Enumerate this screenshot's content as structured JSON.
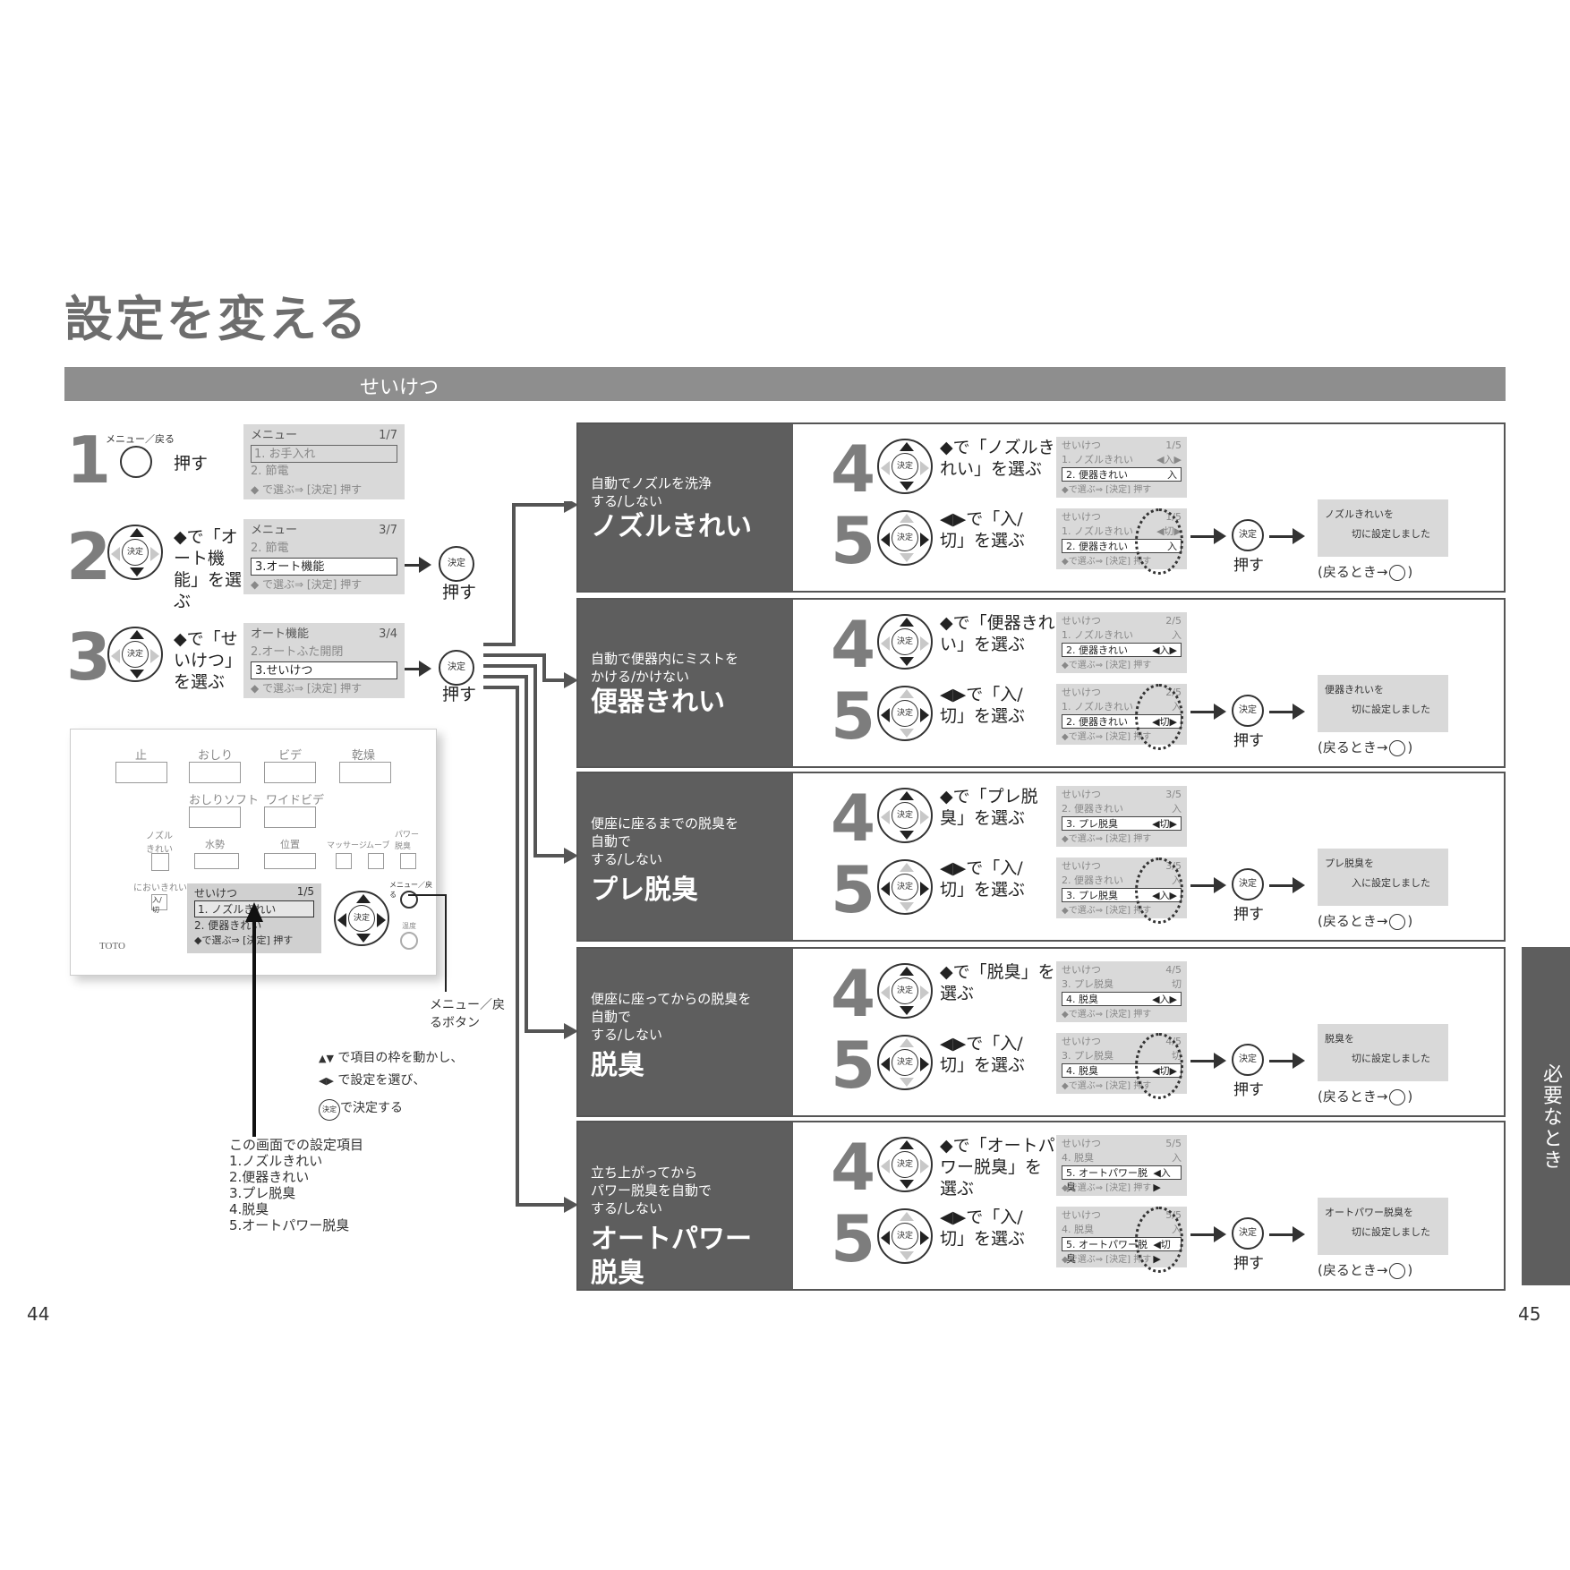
{
  "title": "設定を変える",
  "section": "せいけつ",
  "side_tab": "必要なとき",
  "page_left": "44",
  "page_right": "45",
  "steps_left": [
    {
      "num": "1",
      "btn_label": "メニュー／戻る",
      "action": "押す",
      "lcd": {
        "h1": "メニュー",
        "h2": "1/7",
        "r1": "1. お手入れ",
        "r2": "2. 節電",
        "r3": "◆ で選ぶ⇒ [決定] 押す"
      }
    },
    {
      "num": "2",
      "instr": "◆で「オート機能」を選ぶ",
      "lcd": {
        "h1": "メニュー",
        "h2": "3/7",
        "r1": "2. 節電",
        "r2": "3.オート機能",
        "r3": "◆ で選ぶ⇒ [決定] 押す"
      },
      "press": "押す"
    },
    {
      "num": "3",
      "instr": "◆で「せいけつ」を選ぶ",
      "lcd": {
        "h1": "オート機能",
        "h2": "3/4",
        "r1": "2.オートふた開閉",
        "r2": "3.せいけつ",
        "r3": "◆ で選ぶ⇒ [決定] 押す"
      },
      "press": "押す"
    }
  ],
  "decide": "決定",
  "remote": {
    "brand": "TOTO",
    "b_stop": "止",
    "b_oshiri": "おしり",
    "b_bide": "ビデ",
    "b_dry": "乾燥",
    "b_soft": "おしりソフト",
    "b_wide": "ワイドビデ",
    "b_nozzle": "ノズル きれい",
    "b_water": "水勢",
    "b_pos": "位置",
    "b_massage": "マッサージ",
    "b_move": "ムーブ",
    "b_power": "パワー 脱臭",
    "b_odor": "においきれい",
    "b_onoff": "入/切",
    "b_temp": "温度",
    "b_menu": "メニュー／戻る",
    "lcd_h1": "せいけつ",
    "lcd_h2": "1/5",
    "lcd_r1": "1. ノズルきれい",
    "lcd_r2": "2. 便器きれい",
    "lcd_r3": "◆で選ぶ⇒ [決定] 押す"
  },
  "callout_menu": "メニュー／戻るボタン",
  "legend": {
    "l1": "で項目の枠を動かし、",
    "l2": "で設定を選び、",
    "l3": "で決定する"
  },
  "items_title": "この画面での設定項目",
  "items": [
    "1.ノズルきれい",
    "2.便器きれい",
    "3.プレ脱臭",
    "4.脱臭",
    "5.オートパワー脱臭"
  ],
  "sections": [
    {
      "desc": "自動でノズルを洗浄\nする/しない",
      "head": "ノズルきれい",
      "s4": "◆で「ノズルきれい」を選ぶ",
      "s5": "◀▶で「入/切」を選ぶ",
      "lcd4": {
        "h1": "せいけつ",
        "h2": "1/5",
        "r1": "1. ノズルきれい",
        "r1v": "◀入▶",
        "r2": "2. 便器きれい",
        "r2v": "入"
      },
      "lcd5": {
        "h1": "せいけつ",
        "h2": "1/5",
        "r1": "1. ノズルきれい",
        "r1v": "◀切▶",
        "r2": "2. 便器きれい",
        "r2v": "入"
      },
      "msg1": "ノズルきれいを",
      "msg2": "切に設定しました"
    },
    {
      "desc": "自動で便器内にミストを\nかける/かけない",
      "head": "便器きれい",
      "s4": "◆で「便器きれい」を選ぶ",
      "s5": "◀▶で「入/切」を選ぶ",
      "lcd4": {
        "h1": "せいけつ",
        "h2": "2/5",
        "r1": "1. ノズルきれい",
        "r1v": "入",
        "r2": "2. 便器きれい",
        "r2v": "◀入▶"
      },
      "lcd5": {
        "h1": "せいけつ",
        "h2": "2/5",
        "r1": "1. ノズルきれい",
        "r1v": "入",
        "r2": "2. 便器きれい",
        "r2v": "◀切▶"
      },
      "msg1": "便器きれいを",
      "msg2": "切に設定しました"
    },
    {
      "desc": "便座に座るまでの脱臭を\n自動で\nする/しない",
      "head": "プレ脱臭",
      "s4": "◆で「プレ脱臭」を選ぶ",
      "s5": "◀▶で「入/切」を選ぶ",
      "lcd4": {
        "h1": "せいけつ",
        "h2": "3/5",
        "r1": "2. 便器きれい",
        "r1v": "入",
        "r2": "3. プレ脱臭",
        "r2v": "◀切▶"
      },
      "lcd5": {
        "h1": "せいけつ",
        "h2": "3/5",
        "r1": "2. 便器きれい",
        "r1v": "入",
        "r2": "3. プレ脱臭",
        "r2v": "◀入▶"
      },
      "msg1": "プレ脱臭を",
      "msg2": "入に設定しました"
    },
    {
      "desc": "便座に座ってからの脱臭を\n自動で\nする/しない",
      "head": "脱臭",
      "s4": "◆で「脱臭」を選ぶ",
      "s5": "◀▶で「入/切」を選ぶ",
      "lcd4": {
        "h1": "せいけつ",
        "h2": "4/5",
        "r1": "3. プレ脱臭",
        "r1v": "切",
        "r2": "4. 脱臭",
        "r2v": "◀入▶"
      },
      "lcd5": {
        "h1": "せいけつ",
        "h2": "4/5",
        "r1": "3. プレ脱臭",
        "r1v": "切",
        "r2": "4. 脱臭",
        "r2v": "◀切▶"
      },
      "msg1": "脱臭を",
      "msg2": "切に設定しました"
    },
    {
      "desc": "立ち上がってから\nパワー脱臭を自動で\nする/しない",
      "head": "オートパワー\n脱臭",
      "s4": "◆で「オートパワー脱臭」を選ぶ",
      "s5": "◀▶で「入/切」を選ぶ",
      "lcd4": {
        "h1": "せいけつ",
        "h2": "5/5",
        "r1": "4. 脱臭",
        "r1v": "入",
        "r2": "5. オートパワー脱臭",
        "r2v": "◀入▶"
      },
      "lcd5": {
        "h1": "せいけつ",
        "h2": "5/5",
        "r1": "4. 脱臭",
        "r1v": "入",
        "r2": "5. オートパワー脱臭",
        "r2v": "◀切▶"
      },
      "msg1": "オートパワー脱臭を",
      "msg2": "切に設定しました"
    }
  ],
  "lcd_footer": "◆で選ぶ⇒ [決定] 押す",
  "press": "押す",
  "return_text": "(戻るとき→",
  "return_close": ")",
  "menu_small": "メニュー／戻る"
}
